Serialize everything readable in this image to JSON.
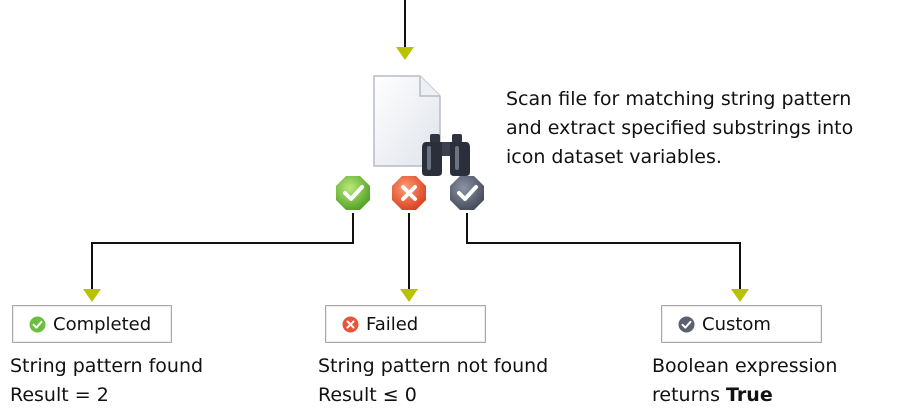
{
  "action": {
    "description_lines": [
      "Scan file for matching string pattern",
      "and extract specified substrings into",
      "icon dataset variables."
    ],
    "icons": [
      "file-document-icon",
      "binoculars-icon"
    ]
  },
  "branches": [
    {
      "id": "completed",
      "label": "Completed",
      "icon": "check-circle-icon",
      "color": "#6cbf3c",
      "note_line1": "String pattern found",
      "note_line2": "Result = 2",
      "note_line2_emphasis": ""
    },
    {
      "id": "failed",
      "label": "Failed",
      "icon": "x-circle-icon",
      "color": "#e5553a",
      "note_line1": "String pattern not found",
      "note_line2": "Result ≤ 0",
      "note_line2_emphasis": ""
    },
    {
      "id": "custom",
      "label": "Custom",
      "icon": "check-octagon-icon",
      "color": "#5a6070",
      "note_line1": "Boolean expression",
      "note_line2": "returns ",
      "note_line2_emphasis": "True"
    }
  ],
  "colors": {
    "connector": "#111111",
    "arrowhead": "#b8c200"
  }
}
